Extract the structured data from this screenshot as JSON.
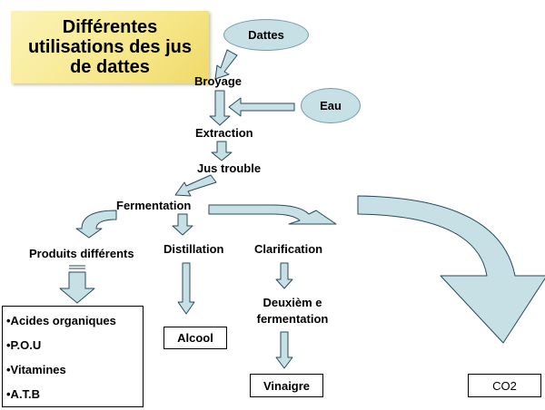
{
  "title": "Différentes\nutilisations des jus\nde dattes",
  "nodes": {
    "dattes": "Dattes",
    "broyage": "Broyage",
    "eau": "Eau",
    "extraction": "Extraction",
    "jus_trouble": "Jus trouble",
    "fermentation": "Fermentation",
    "produits_differents": "Produits différents",
    "distillation": "Distillation",
    "clarification": "Clarification",
    "deuxieme_fermentation": "Deuxièm e\nfermentation",
    "alcool": "Alcool",
    "vinaigre": "Vinaigre",
    "co2": "CO2"
  },
  "products": [
    "•Acides organiques",
    "•P.O.U",
    "•Vitamines",
    "•A.T.B"
  ],
  "colors": {
    "arrow_fill": "#c6e0e6",
    "arrow_stroke": "#2a4a5a",
    "title_bg": "#f6e78a"
  }
}
